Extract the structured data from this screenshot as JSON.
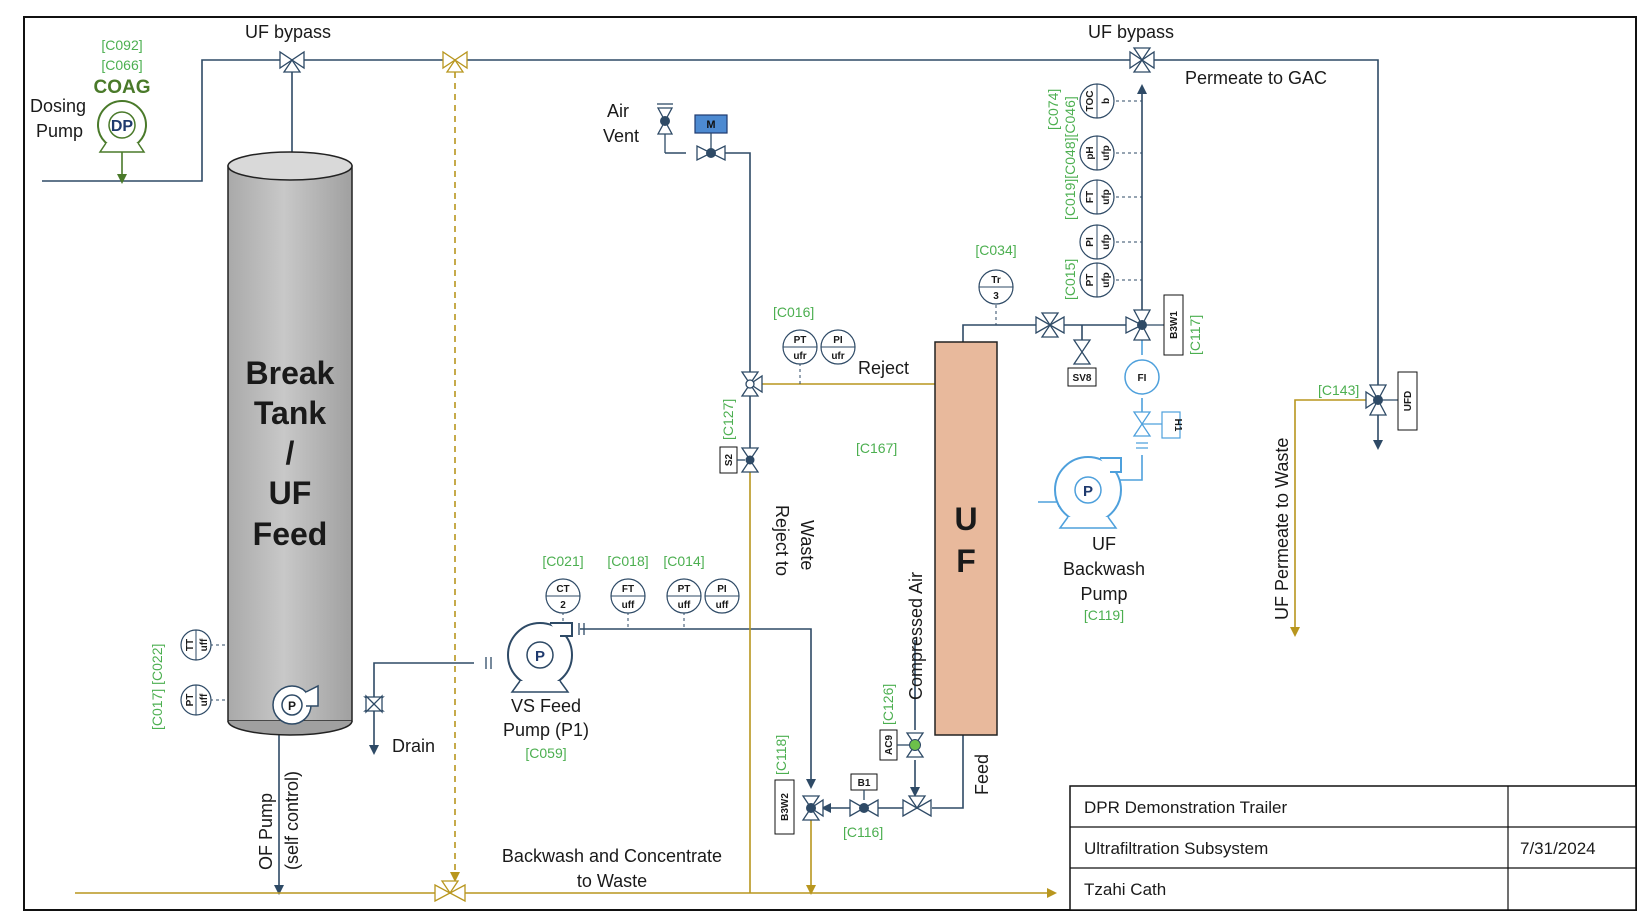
{
  "diagram": {
    "bypass_left": "UF bypass",
    "bypass_right": "UF bypass",
    "permeate_gac": "Permeate to GAC",
    "coag_tags": [
      "[C092]",
      "[C066]"
    ],
    "coag": "COAG",
    "dosing_1": "Dosing",
    "dosing_2": "Pump",
    "dp": "DP",
    "tank_lines": [
      "Break",
      "Tank",
      "/",
      "UF",
      "Feed"
    ],
    "air_vent_1": "Air",
    "air_vent_2": "Vent",
    "motor": "M",
    "reject": "Reject",
    "reject_waste_1": "Reject to",
    "reject_waste_2": "Waste",
    "c016": "[C016]",
    "c127": "[C127]",
    "s2": "S2",
    "c167": "[C167]",
    "uf_1": "U",
    "uf_2": "F",
    "compressed_air": "Compressed Air",
    "feed": "Feed",
    "c126": "[C126]",
    "ac9": "AC9",
    "b1": "B1",
    "c116": "[C116]",
    "b3w2": "B3W2",
    "c118": "[C118]",
    "c034": "[C034]",
    "sv8": "SV8",
    "b3w1": "B3W1",
    "c117": "[C117]",
    "h1": "H1",
    "fi": "FI",
    "uf_bw_1": "UF",
    "uf_bw_2": "Backwash",
    "uf_bw_3": "Pump",
    "c119": "[C119]",
    "c015": "[C015]",
    "c019_c048_c046": "[C019][C048][C046]",
    "c074": "[C074]",
    "c143": "[C143]",
    "ufd": "UFD",
    "uf_perm_waste": "UF Permeate to Waste",
    "c021": "[C021]",
    "c018": "[C018]",
    "c014": "[C014]",
    "vs_feed_1": "VS Feed",
    "vs_feed_2": "Pump (P1)",
    "c059": "[C059]",
    "c017_c022": "[C017] [C022]",
    "drain": "Drain",
    "of_pump_1": "OF Pump",
    "of_pump_2": "(self control)",
    "bw_conc_1": "Backwash and Concentrate",
    "bw_conc_2": "to Waste",
    "pump_p": "P",
    "inst": {
      "ct_top": "CT",
      "ct_bot": "2",
      "ft_top": "FT",
      "ft_bot": "uff",
      "pt_top": "PT",
      "pt_bot": "uff",
      "pi_top": "PI",
      "pi_bot": "uff",
      "ptr_top": "PT",
      "ptr_bot": "ufr",
      "pir_top": "PI",
      "pir_bot": "ufr",
      "tr_top": "Tr",
      "tr_bot": "3",
      "tt_top": "TT",
      "tt_bot": "uff",
      "ptt_top": "PT",
      "ptt_bot": "uff",
      "toc_top": "TOC",
      "toc_bot": "b",
      "ph_top": "pH",
      "ph_bot": "ufp",
      "ftp_top": "FT",
      "ftp_bot": "ufp",
      "pip_top": "PI",
      "pip_bot": "ufp",
      "ptp_top": "PT",
      "ptp_bot": "ufp"
    },
    "colors": {
      "process": "#2e4a66",
      "waste": "#b8961e",
      "dosing": "#4a7a2a",
      "backwash": "#4ea0dc",
      "tag_green": "#4caf50",
      "tank": "#bfbfbf",
      "uf_module": "#e8b99c"
    }
  },
  "title_block": {
    "row1": "DPR Demonstration Trailer",
    "row2": "Ultrafiltration Subsystem",
    "row2_date": "7/31/2024",
    "row3": "Tzahi Cath"
  }
}
